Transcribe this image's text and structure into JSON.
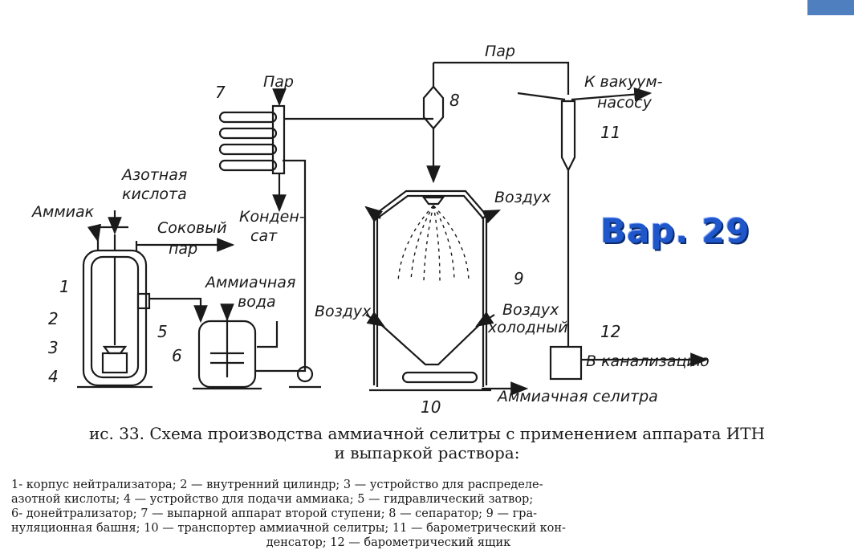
{
  "labels": {
    "steam_top": "Пар",
    "steam_left": "Пар",
    "to_vacuum_1": "К вакуум-",
    "to_vacuum_2": "насосу",
    "nitric_1": "Азотная",
    "nitric_2": "кислота",
    "ammonia": "Аммиак",
    "juice_1": "Соковый",
    "juice_2": "пар",
    "cond_1": "Конден-",
    "cond_2": "сат",
    "air_top": "Воздух",
    "aq_1": "Аммиачная",
    "aq_2": "вода",
    "air_left": "Воздух",
    "air_cold_1": "Воздух",
    "air_cold_2": "холодный",
    "sewer": "В канализацию",
    "product": "Аммиачная селитра"
  },
  "numbers": [
    "1",
    "2",
    "3",
    "4",
    "5",
    "6",
    "7",
    "8",
    "9",
    "10",
    "11",
    "12"
  ],
  "badge": "Вар. 29",
  "caption": {
    "line1": "ис. 33. Схема производства аммиачной селитры с применением аппарата ИТН",
    "line2": "и выпаркой раствора:"
  },
  "legend": {
    "line1": "1- корпус нейтрализатора; 2 — внутренний цилиндр; 3 — устройство для распределе-",
    "line2": "азотной кислоты; 4 — устройство для подачи аммиака; 5 — гидравлический затвор;",
    "line3": "6- донейтрализатор; 7 — выпарной аппарат второй ступени; 8 — сепаратор; 9 — гра-",
    "line4": "нуляционная башня; 10 — транспортер аммиачной селитры; 11 — барометрический кон-",
    "line5": "денсатор; 12 — барометрический ящик"
  },
  "colors": {
    "ink": "#1a1a1a",
    "badge": "#1f56c9",
    "corner": "#4f7fbe"
  }
}
